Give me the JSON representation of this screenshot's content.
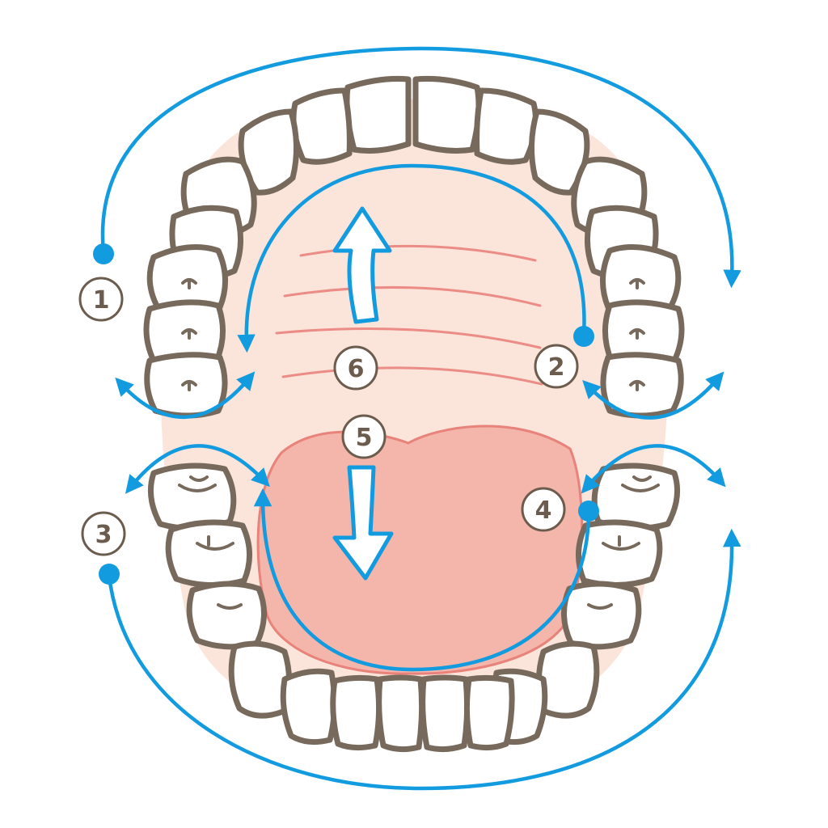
{
  "colors": {
    "background": "#ffffff",
    "gum": "#fbe4d9",
    "tongue": "#f4b5ab",
    "tongue_outline": "#e8837b",
    "palate_ridge": "#ec8c87",
    "tooth_fill": "#ffffff",
    "tooth_outline": "#776a5c",
    "arrow_blue": "#139be0",
    "label_circle": "#ffffff",
    "label_text": "#6b5c4e"
  },
  "steps": [
    {
      "id": "step-1",
      "label": "1"
    },
    {
      "id": "step-2",
      "label": "2"
    },
    {
      "id": "step-3",
      "label": "3"
    },
    {
      "id": "step-4",
      "label": "4"
    },
    {
      "id": "step-5",
      "label": "5"
    },
    {
      "id": "step-6",
      "label": "6"
    }
  ]
}
